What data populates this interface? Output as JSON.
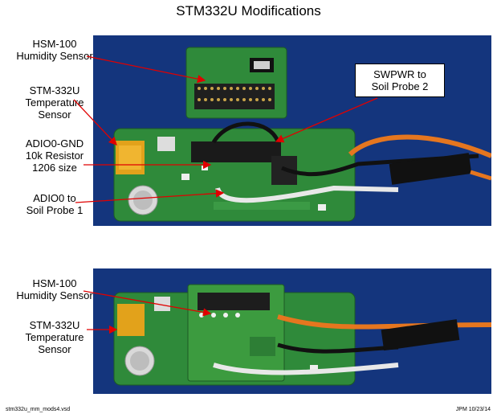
{
  "title": "STM332U Modifications",
  "top": {
    "labels": [
      "HSM-100\nHumidity Sensor",
      "STM-332U\nTemperature\nSensor",
      "ADIO0-GND\n10k Resistor\n1206 size",
      "ADIO0 to\nSoil Probe 1"
    ],
    "callout": "SWPWR to\nSoil Probe 2"
  },
  "bottom": {
    "labels": [
      "HSM-100\nHumidity Sensor",
      "STM-332U\nTemperature\nSensor"
    ]
  },
  "footer": {
    "left": "stm332u_mm_mods4.vsd",
    "right": "JPM 10/23/14"
  },
  "colors": {
    "background": "#14357d",
    "pcb": "#2f8a3a",
    "wire_orange": "#e5761f",
    "wire_white": "#e8e8e8",
    "arrow": "#e00000"
  }
}
